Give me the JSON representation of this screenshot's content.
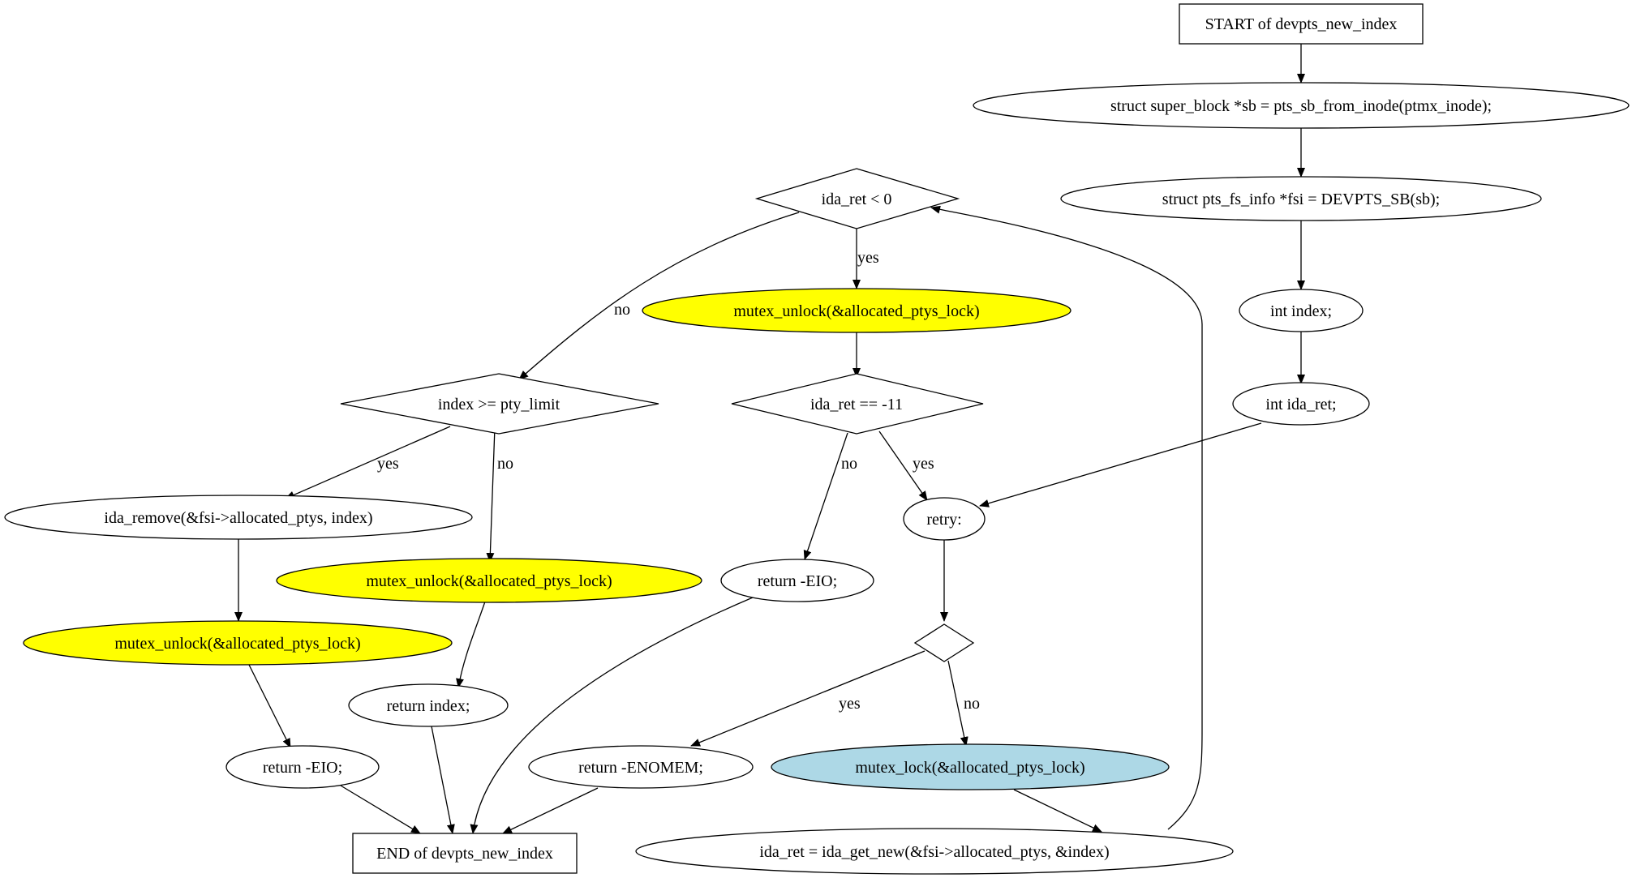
{
  "nodes": {
    "start": {
      "label": "START of devpts_new_index",
      "fill": "#ffffff"
    },
    "sb": {
      "label": "struct super_block *sb = pts_sb_from_inode(ptmx_inode);",
      "fill": "#ffffff"
    },
    "fsi": {
      "label": "struct pts_fs_info *fsi = DEVPTS_SB(sb);",
      "fill": "#ffffff"
    },
    "index": {
      "label": "int index;",
      "fill": "#ffffff"
    },
    "idaret": {
      "label": "int ida_ret;",
      "fill": "#ffffff"
    },
    "retry": {
      "label": "retry:",
      "fill": "#ffffff"
    },
    "emptycond": {
      "label": "",
      "fill": "#ffffff"
    },
    "lock": {
      "label": "mutex_lock(&allocated_ptys_lock)",
      "fill": "#add8e6"
    },
    "getnew": {
      "label": "ida_ret = ida_get_new(&fsi->allocated_ptys, &index)",
      "fill": "#ffffff"
    },
    "enomem": {
      "label": "return -ENOMEM;",
      "fill": "#ffffff"
    },
    "cond_lt0": {
      "label": "ida_ret < 0",
      "fill": "#ffffff"
    },
    "unlock1": {
      "label": "mutex_unlock(&allocated_ptys_lock)",
      "fill": "#ffff00"
    },
    "cond_eq11": {
      "label": "ida_ret == -11",
      "fill": "#ffffff"
    },
    "eio1": {
      "label": "return -EIO;",
      "fill": "#ffffff"
    },
    "cond_limit": {
      "label": "index >= pty_limit",
      "fill": "#ffffff"
    },
    "remove": {
      "label": "ida_remove(&fsi->allocated_ptys, index)",
      "fill": "#ffffff"
    },
    "unlock2": {
      "label": "mutex_unlock(&allocated_ptys_lock)",
      "fill": "#ffff00"
    },
    "unlock3": {
      "label": "mutex_unlock(&allocated_ptys_lock)",
      "fill": "#ffff00"
    },
    "eio2": {
      "label": "return -EIO;",
      "fill": "#ffffff"
    },
    "retidx": {
      "label": "return index;",
      "fill": "#ffffff"
    },
    "end": {
      "label": "END of devpts_new_index",
      "fill": "#ffffff"
    }
  },
  "edge_labels": {
    "lt0_yes": "yes",
    "lt0_no": "no",
    "eq11_no": "no",
    "eq11_yes": "yes",
    "limit_yes": "yes",
    "limit_no": "no",
    "empty_yes": "yes",
    "empty_no": "no"
  }
}
